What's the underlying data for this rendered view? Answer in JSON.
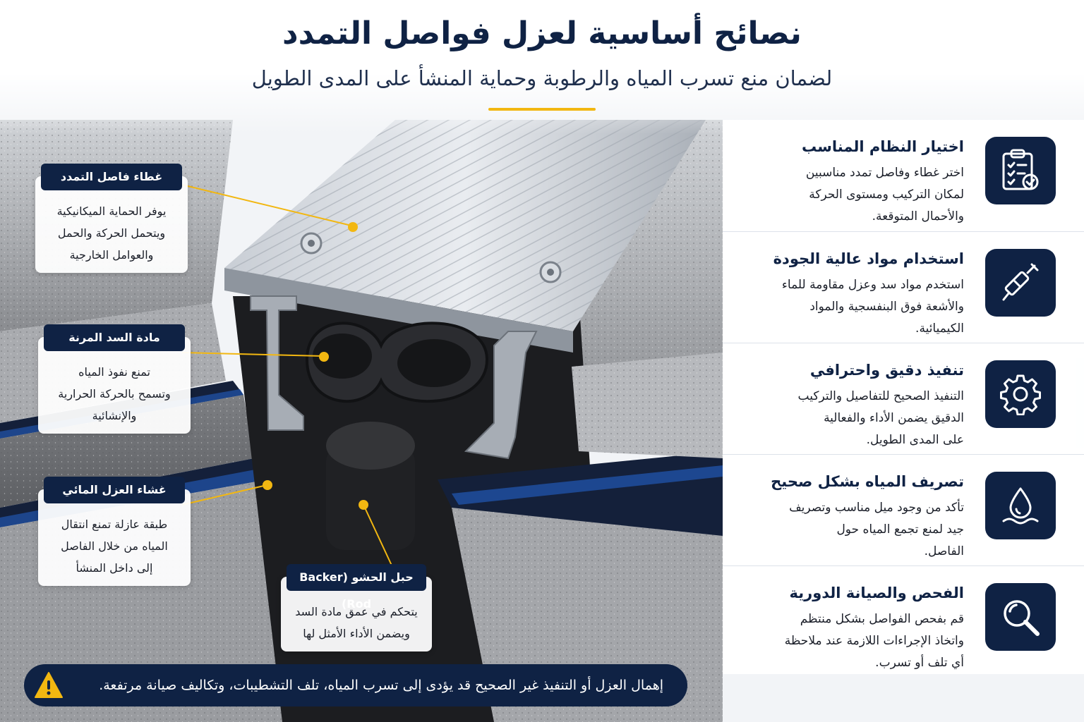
{
  "header": {
    "title": "نصائح أساسية لعزل فواصل التمدد",
    "subtitle": "لضمان منع تسرب المياه والرطوبة وحماية المنشأ على المدى الطويل"
  },
  "colors": {
    "navy": "#0f2244",
    "accent_yellow": "#f2b711",
    "concrete": "#8f8f8f",
    "aluminum": "#b8bec7",
    "membrane_blue": "#1f4fa0"
  },
  "callouts": [
    {
      "icon": "",
      "title": "غطاء فاصل التمدد",
      "lines": [
        "يوفر الحماية الميكانيكية",
        "ويتحمل الحركة والحمل",
        "والعوامل الخارجية"
      ]
    },
    {
      "title": "مادة السد المرنة",
      "lines": [
        "تمنع نفوذ المياه",
        "وتسمح بالحركة الحرارية",
        "والإنشائية"
      ]
    },
    {
      "title": "غشاء العزل المائي",
      "lines": [
        "طبقة عازلة تمنع انتقال",
        "المياه من خلال الفاصل",
        "إلى داخل المنشأ"
      ]
    },
    {
      "title": "حبل الحشو (Backer Rod)",
      "lines": [
        "يتحكم في عمق مادة السد",
        "ويضمن الأداء الأمثل لها"
      ]
    }
  ],
  "tips": [
    {
      "icon": "clipboard-check-icon",
      "title": "اختيار النظام المناسب",
      "lines": [
        "اختر غطاء وفاصل تمدد مناسبين",
        "لمكان التركيب ومستوى الحركة",
        "والأحمال المتوقعة."
      ]
    },
    {
      "icon": "sealant-gun-icon",
      "title": "استخدام مواد عالية الجودة",
      "lines": [
        "استخدم مواد سد وعزل مقاومة للماء",
        "والأشعة فوق البنفسجية والمواد",
        "الكيميائية."
      ]
    },
    {
      "icon": "gear-icon",
      "title": "تنفيذ دقيق واحترافي",
      "lines": [
        "التنفيذ الصحيح للتفاصيل والتركيب",
        "الدقيق يضمن الأداء والفعالية",
        "على المدى الطويل."
      ]
    },
    {
      "icon": "water-drop-icon",
      "title": "تصريف المياه بشكل صحيح",
      "lines": [
        "تأكد من وجود ميل مناسب وتصريف",
        "جيد لمنع تجمع المياه حول",
        "الفاصل."
      ]
    },
    {
      "icon": "magnifier-icon",
      "title": "الفحص والصيانة الدورية",
      "lines": [
        "قم بفحص الفواصل بشكل منتظم",
        "واتخاذ الإجراءات اللازمة عند ملاحظة",
        "أي تلف أو تسرب."
      ]
    }
  ],
  "warning": {
    "icon": "warning-triangle-icon",
    "text": "إهمال العزل أو التنفيذ غير الصحيح قد يؤدى إلى تسرب المياه، تلف التشطيبات، وتكاليف صيانة مرتفعة."
  }
}
